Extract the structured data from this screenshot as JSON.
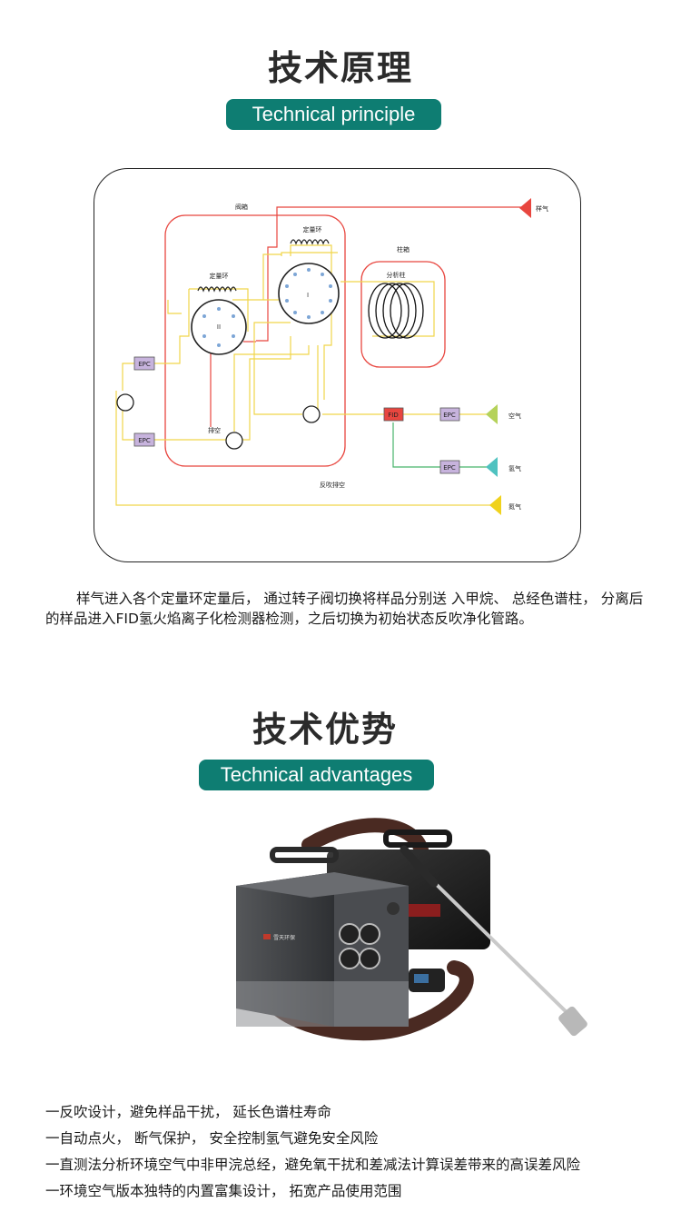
{
  "section1": {
    "title": "技术原理",
    "subtitle": "Technical principle",
    "diagram": {
      "labels": {
        "valve_box": "阀箱",
        "sample_gas": "样气",
        "column_box": "柱箱",
        "quant_loop_top": "定量环",
        "quant_loop_left": "定量环",
        "analysis_column": "分析柱",
        "vent": "排空",
        "backflush_vent": "反吹排空",
        "fid": "FID",
        "epc1": "EPC",
        "epc2": "EPC",
        "epc3": "EPC",
        "epc4": "EPC",
        "air": "空气",
        "hydrogen": "氢气",
        "nitrogen": "氮气",
        "roman_top": "I",
        "roman_left": "II"
      },
      "colors": {
        "red": "#e8463f",
        "yellow": "#f1d54a",
        "green": "#48b36b",
        "epc_fill": "#c7b3dd",
        "fid_fill": "#e8463f",
        "air_arrow": "#b5d25a",
        "h2_arrow": "#4fc2c0",
        "n2_arrow": "#f0d21c"
      }
    },
    "paragraph": "样气进入各个定量环定量后， 通过转子阀切换将样品分别送 入甲烷、 总经色谱柱， 分离后的样品进入FID氢火焰离子化检测器检测，之后切换为初始状态反吹净化管路。"
  },
  "section2": {
    "title": "技术优势",
    "subtitle": "Technical advantages",
    "product_image": {
      "brand_label": "雪天环保"
    },
    "bullets": [
      "一反吹设计，避免样品干扰， 延长色谱柱寿命",
      "一自动点火， 断气保护， 安全控制氢气避免安全风险",
      "一直测法分析环境空气中非甲浣总经，避免氧干扰和差减法计算误差带来的高误差风险",
      "一环境空气版本独特的内置富集设计， 拓宽产品使用范围"
    ]
  }
}
